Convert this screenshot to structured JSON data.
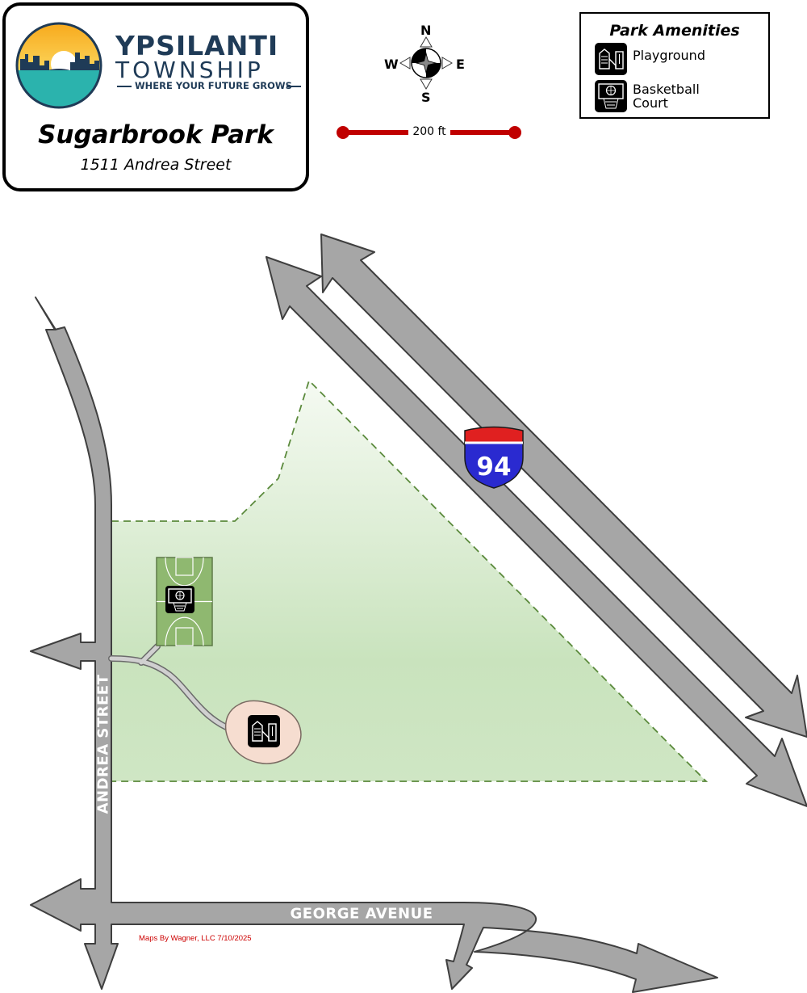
{
  "header": {
    "logo_line1": "YPSILANTI",
    "logo_line2": "TOWNSHIP",
    "tagline": "WHERE YOUR FUTURE GROWS",
    "park_name": "Sugarbrook Park",
    "address": "1511 Andrea Street"
  },
  "compass": {
    "north": "N",
    "south": "S",
    "east": "E",
    "west": "W"
  },
  "scale": {
    "label": "200 ft"
  },
  "legend": {
    "title": "Park Amenities",
    "items": [
      {
        "icon": "playground-icon",
        "label": "Playground"
      },
      {
        "icon": "basketball-court-icon",
        "label_line1": "Basketball",
        "label_line2": "Court"
      }
    ]
  },
  "roads": {
    "andrea": "ANDREA STREET",
    "george": "GEORGE AVENUE",
    "interstate": "94"
  },
  "credit": "Maps By Wagner, LLC  7/10/2025",
  "colors": {
    "road_fill": "#a6a6a6",
    "road_outline": "#3f3f3f",
    "park_boundary": "#5b8a3c",
    "park_fill": "#c9e3bd",
    "court": "#8fb870",
    "playground_pad": "#f6ddd0",
    "scale_bar": "#c00000",
    "brand": "#1f3b57",
    "credit": "#cc0000"
  }
}
